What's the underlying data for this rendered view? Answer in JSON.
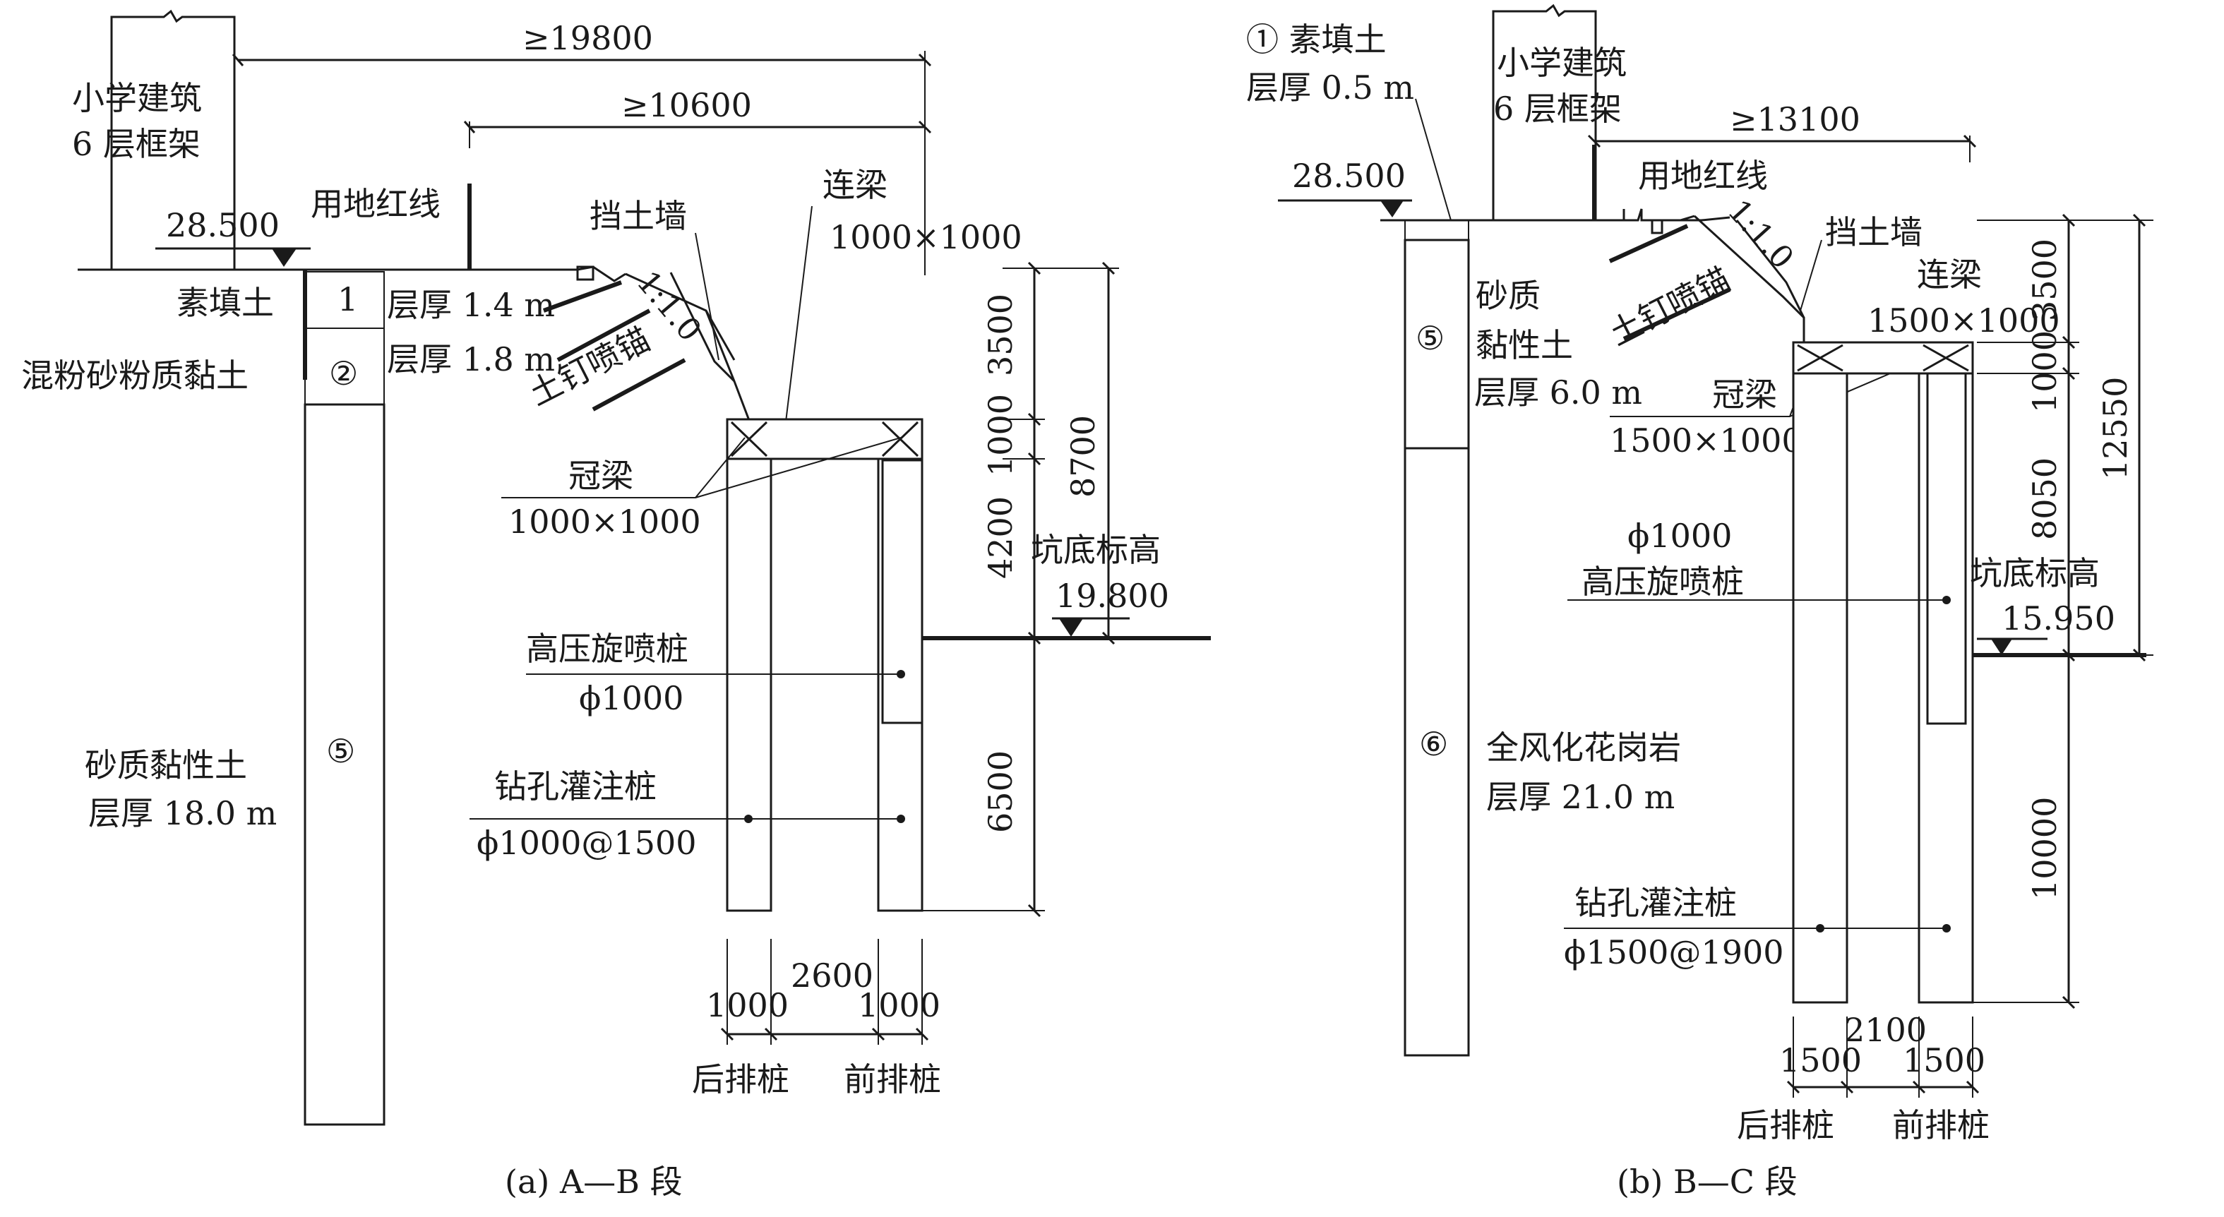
{
  "colors": {
    "ink": "#1a1a1a",
    "background": "#ffffff"
  },
  "panel_a": {
    "caption": "(a) A—B 段",
    "building": {
      "line1": "小学建筑",
      "line2": "6 层框架"
    },
    "ground_elevation": "28.500",
    "red_line": "用地红线",
    "dims": {
      "d19800": "≥19800",
      "d10600": "≥10600",
      "d3500": "3500",
      "d1000": "1000",
      "d4200": "4200",
      "d8700": "8700",
      "d6500": "6500",
      "d2600": "2600",
      "d1000_left": "1000",
      "d1000_right": "1000"
    },
    "layers": {
      "l1_name": "素填土",
      "l1_num": "1",
      "l1_thick": "层厚 1.4 m",
      "l2_name": "混粉砂粉质黏土",
      "l2_num": "②",
      "l2_thick": "层厚 1.8 m",
      "l5_name": "砂质黏性土",
      "l5_thick": "层厚 18.0 m",
      "l5_num": "⑤"
    },
    "slope_ratio": "1:1.0",
    "soil_nail": "土钉喷锚",
    "retaining_wall": "挡土墙",
    "connecting_beam": {
      "label": "连梁",
      "size": "1000×1000"
    },
    "crown_beam": {
      "label": "冠梁",
      "size": "1000×1000"
    },
    "pit_bottom": {
      "label": "坑底标高",
      "elev": "19.800"
    },
    "jet_pile": {
      "label": "高压旋喷桩",
      "size": "ϕ1000"
    },
    "bored_pile": {
      "label": "钻孔灌注桩",
      "size": "ϕ1000@1500"
    },
    "rear_pile": "后排桩",
    "front_pile": "前排桩"
  },
  "panel_b": {
    "caption": "(b) B—C 段",
    "fill_layer": {
      "num": "①",
      "name": "素填土",
      "thick": "层厚 0.5 m"
    },
    "building": {
      "line1": "小学建筑",
      "line2": "6 层框架"
    },
    "ground_elevation": "28.500",
    "red_line": "用地红线",
    "dims": {
      "d13100": "≥13100",
      "d3500": "3500",
      "d1000": "1000",
      "d8050": "8050",
      "d12550": "12550",
      "d10000": "10000",
      "d2100": "2100",
      "d1500_left": "1500",
      "d1500_right": "1500"
    },
    "slope_ratio": "1:1.0",
    "soil_nail": "土钉喷锚",
    "retaining_wall": "挡土墙",
    "layer5": {
      "num": "⑤",
      "name1": "砂质",
      "name2": "黏性土",
      "thick": "层厚 6.0 m"
    },
    "connecting_beam": {
      "label": "连梁",
      "size": "1500×1000"
    },
    "crown_beam": {
      "label": "冠梁",
      "size": "1500×1000"
    },
    "jet_pile": {
      "size": "ϕ1000",
      "label": "高压旋喷桩"
    },
    "pit_bottom": {
      "label": "坑底标高",
      "elev": "15.950"
    },
    "layer6": {
      "num": "⑥",
      "name": "全风化花岗岩",
      "thick": "层厚 21.0 m"
    },
    "bored_pile": {
      "label": "钻孔灌注桩",
      "size": "ϕ1500@1900"
    },
    "rear_pile": "后排桩",
    "front_pile": "前排桩"
  }
}
